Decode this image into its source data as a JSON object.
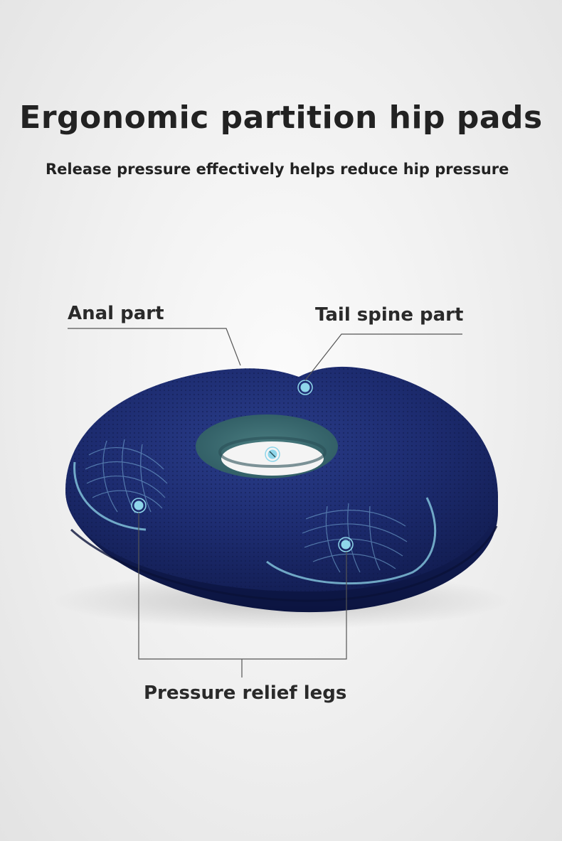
{
  "headline": "Ergonomic partition hip pads",
  "subheadline": "Release pressure effectively helps reduce hip pressure",
  "callouts": {
    "anal": "Anal part",
    "tail": "Tail spine part",
    "legs": "Pressure relief legs"
  },
  "colors": {
    "cushion": "#1c2c6e",
    "cushion_dark": "#0f1a4a",
    "inner_ring": "#3f6f73",
    "marker": "#8fd6ea",
    "leader_line": "#555555"
  }
}
